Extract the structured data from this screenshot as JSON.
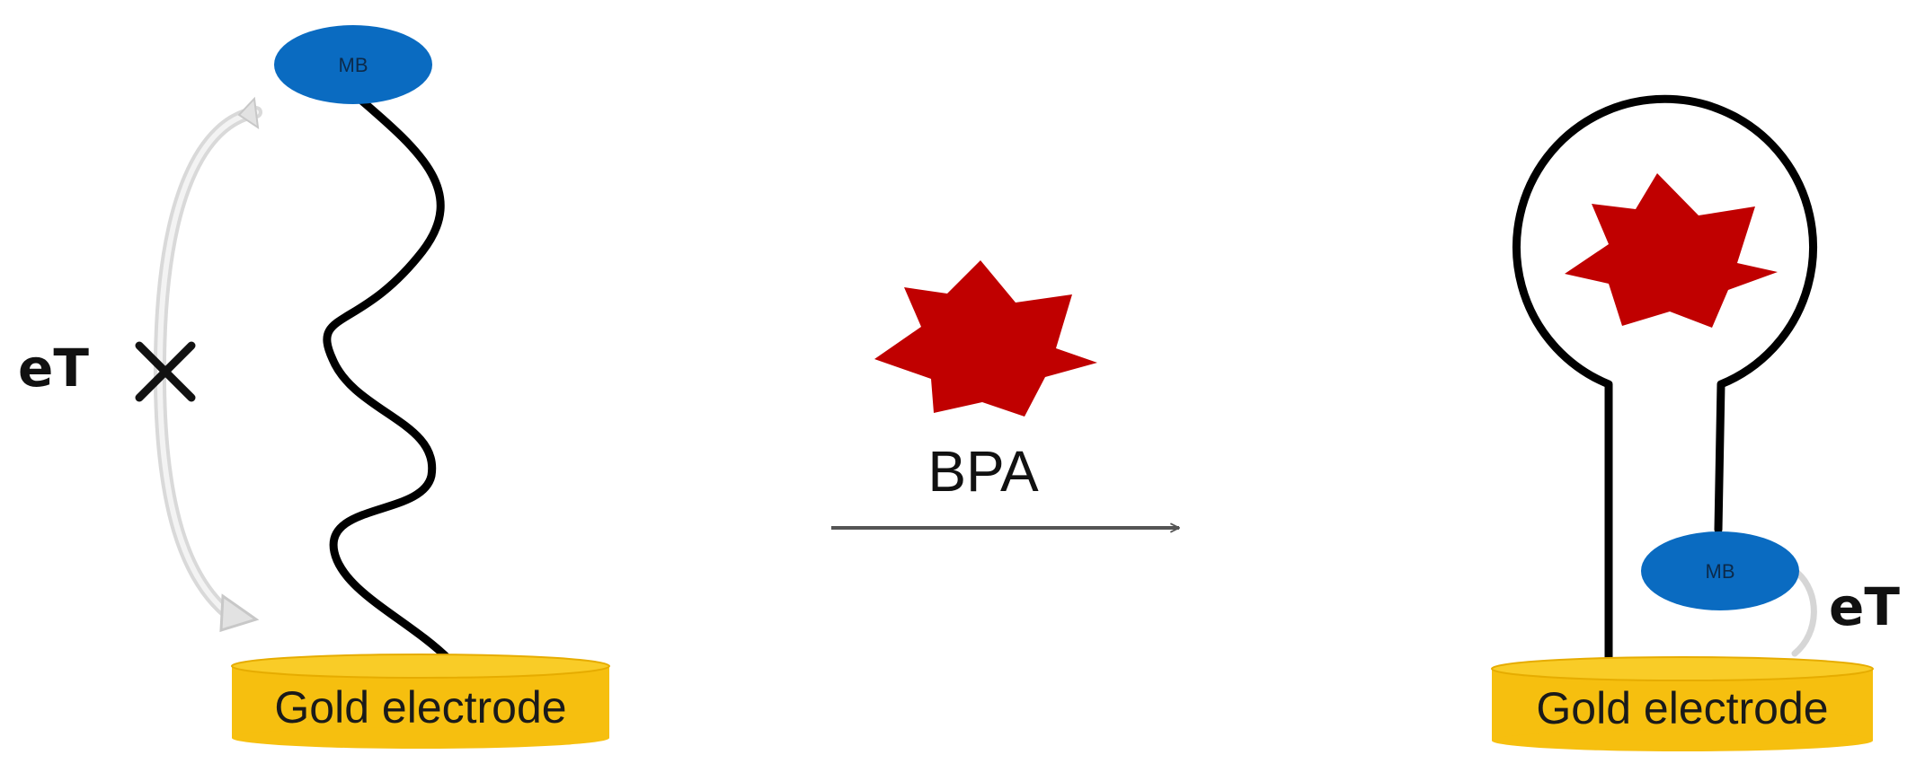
{
  "left_panel": {
    "mb_label": "MB",
    "electrode_label": "Gold electrode",
    "et_label": "eT",
    "blocked_mark": "×"
  },
  "middle": {
    "target_label": "BPA"
  },
  "right_panel": {
    "mb_label": "MB",
    "electrode_label": "Gold electrode",
    "et_label": "eT"
  },
  "colors": {
    "mb_fill": "#0a6bc1",
    "gold_fill": "#f6bf0f",
    "gold_top": "#f9cc27",
    "target_fill": "#c00000",
    "strand": "#000000",
    "arrow": "#555555",
    "curved_arrow": "#d6d6d6"
  },
  "icons": {
    "target": "seven-point-star-icon",
    "blocked": "x-mark-icon"
  }
}
